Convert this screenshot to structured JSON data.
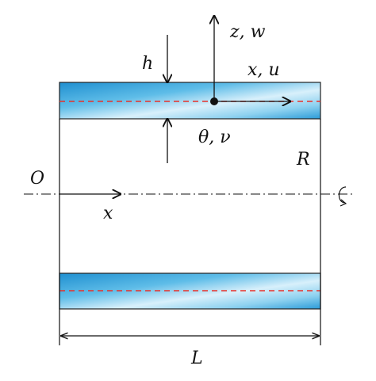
{
  "labels": {
    "h": "h",
    "z_w": "z, w",
    "x_u": "x, u",
    "theta_v": "θ, ν",
    "R": "R",
    "O": "O",
    "x": "x",
    "L": "L"
  },
  "colors": {
    "shell_fill_light": "#d8f0fb",
    "shell_fill_dark": "#3aa7dd",
    "midline": "#e8312a",
    "ink": "#111111"
  }
}
